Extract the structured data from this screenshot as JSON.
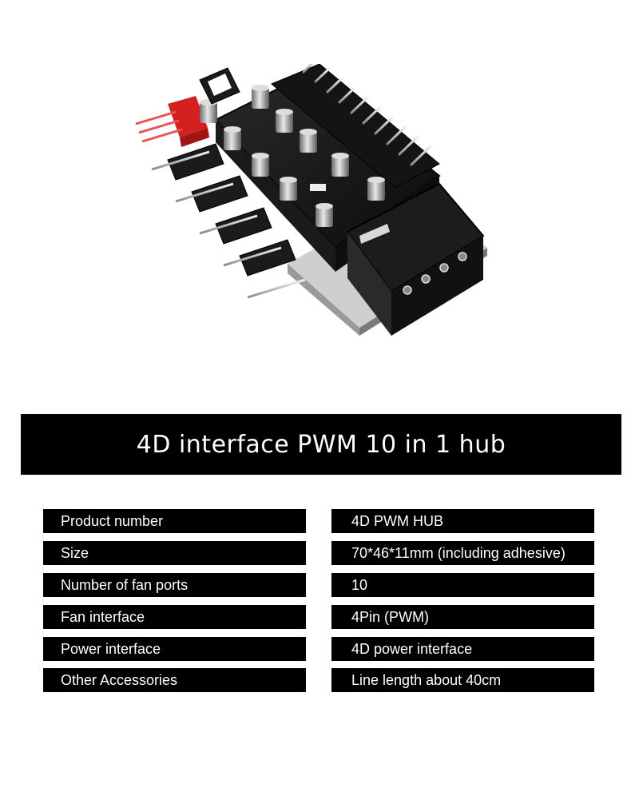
{
  "product_image": {
    "alt": "4D PWM fan hub circuit board"
  },
  "banner": {
    "title": "4D interface PWM 10 in 1 hub"
  },
  "specs": [
    {
      "label": "Product number",
      "value": "4D PWM HUB"
    },
    {
      "label": "Size",
      "value": "70*46*11mm (including adhesive)"
    },
    {
      "label": "Number of fan ports",
      "value": "10"
    },
    {
      "label": "Fan interface",
      "value": "4Pin (PWM)"
    },
    {
      "label": "Power interface",
      "value": "4D power interface"
    },
    {
      "label": "Other Accessories",
      "value": "Line length about 40cm"
    }
  ],
  "colors": {
    "banner_bg": "#000000",
    "cell_bg": "#000000",
    "text": "#ffffff",
    "connector_red": "#d62020"
  }
}
